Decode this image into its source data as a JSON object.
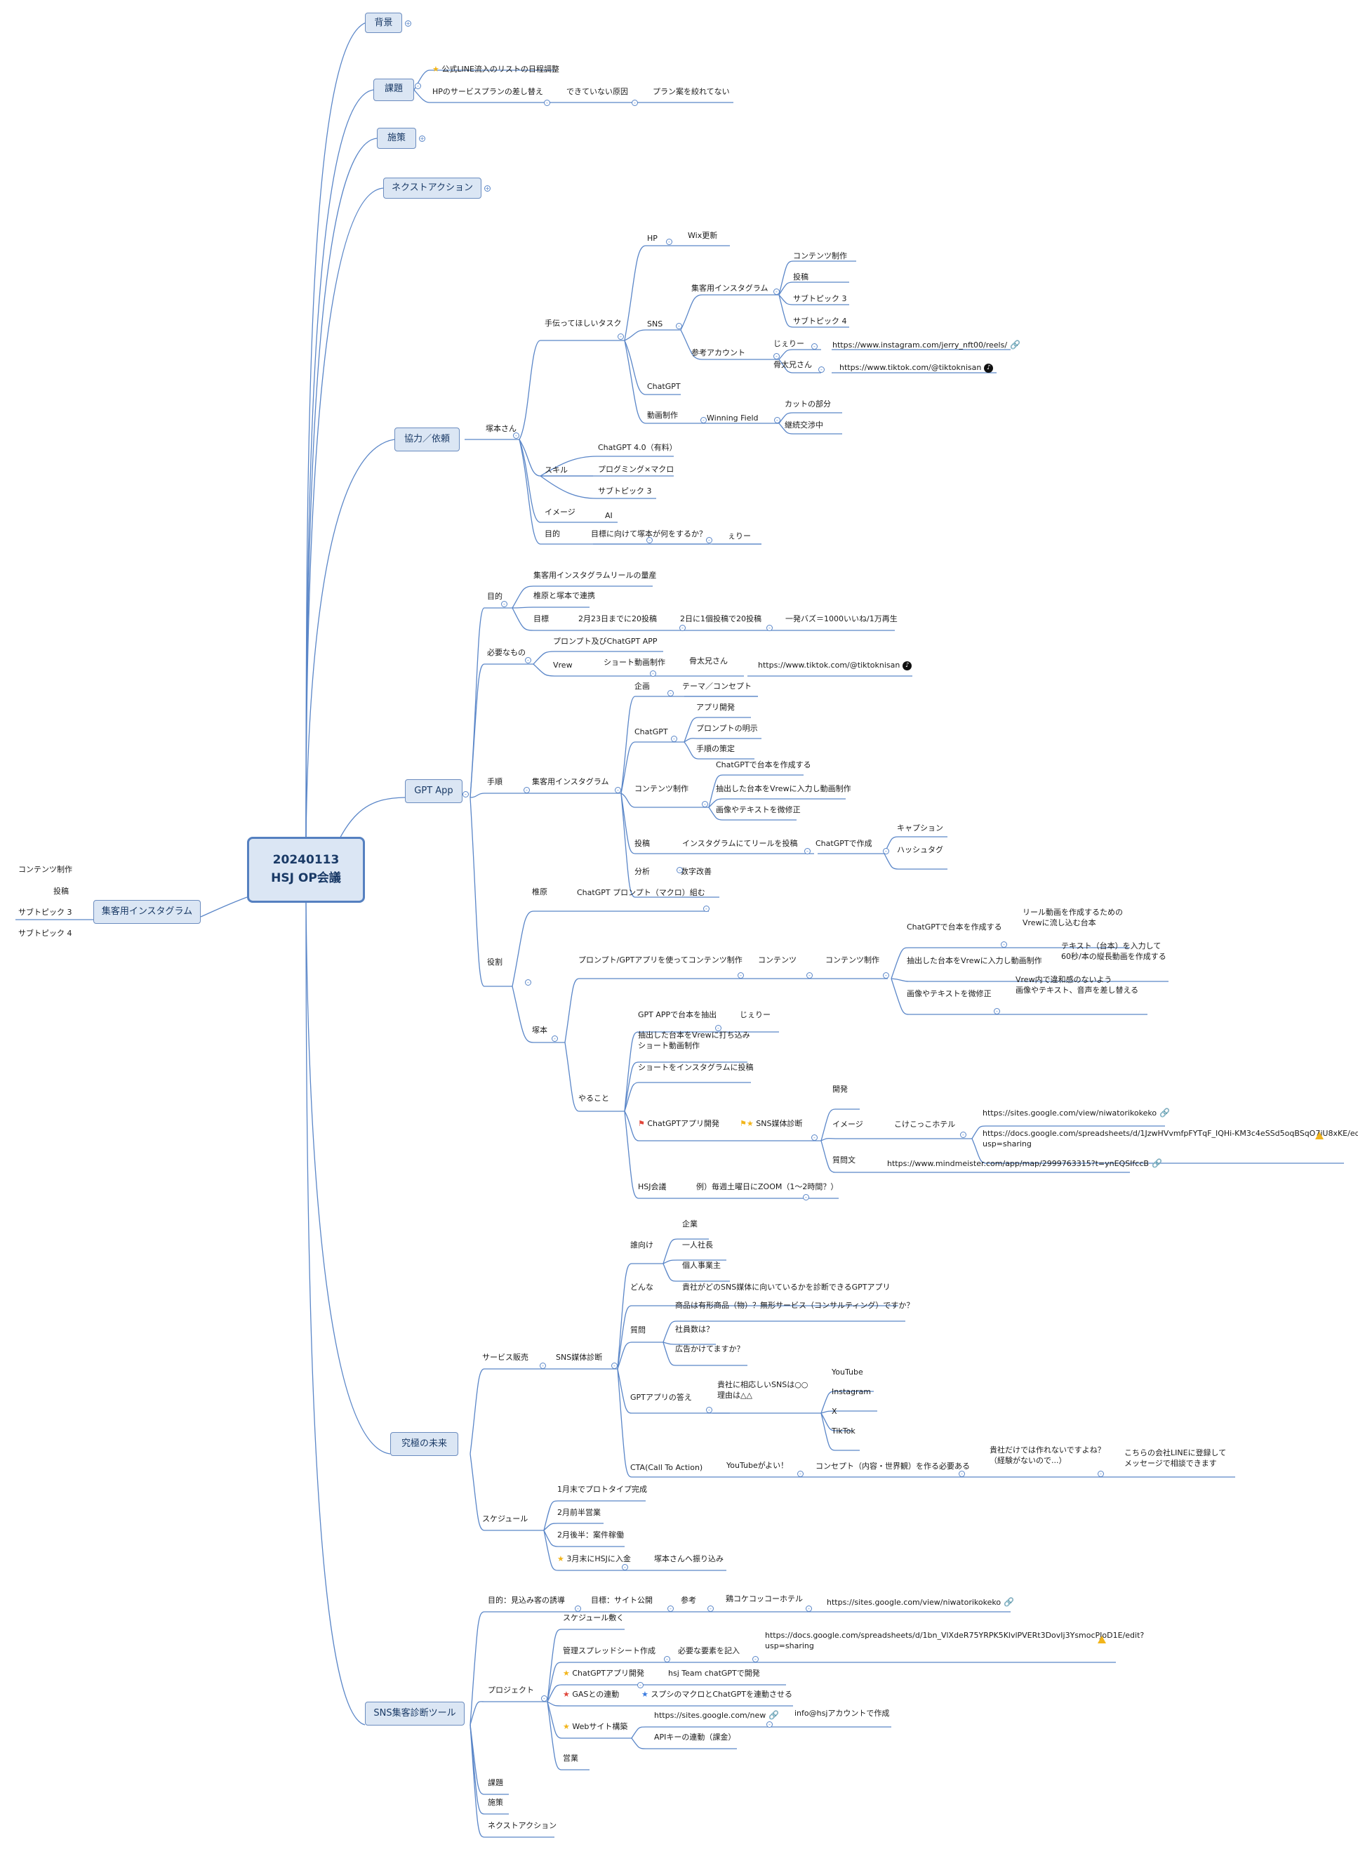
{
  "root": {
    "line1": "20240113",
    "line2": "HSJ OP会議"
  },
  "topics": {
    "haikei": "背景",
    "kadai": "課題",
    "shisaku": "施策",
    "next": "ネクストアクション",
    "kyoryoku": "協力／依頼",
    "gpt": "GPT App",
    "kyukyoku": "究極の未来",
    "sns": "SNS集客診断ツール",
    "insta": "集客用インスタグラム"
  },
  "kadai": {
    "a": "公式LINE流入のリストの日程調整",
    "b": "HPのサービスプランの差し替え",
    "c": "できていない原因",
    "d": "プラン案を絞れてない"
  },
  "kyoryoku": {
    "tsukamoto": "塚本さん",
    "tetsudai": "手伝ってほしいタスク",
    "hp": "HP",
    "wix": "Wix更新",
    "sns": "SNS",
    "shukyaku": "集客用インスタグラム",
    "contents": "コンテンツ制作",
    "toko": "投稿",
    "sub3": "サブトピック 3",
    "sub4": "サブトピック 4",
    "sanko": "参考アカウント",
    "jery": "じぇりー",
    "jery_url": "https://www.instagram.com/jerry_nft00/reels/",
    "kotsu": "骨太兄さん",
    "kotsu_url": "https://www.tiktok.com/@tiktoknisan",
    "chatgpt": "ChatGPT",
    "doga": "動画制作",
    "winning": "Winning Field",
    "cut": "カットの部分",
    "keizoku": "継続交渉中",
    "skill": "スキル",
    "gpt4": "ChatGPT 4.0（有料）",
    "prog": "プログミング×マクロ",
    "ssub3": "サブトピック 3",
    "image": "イメージ",
    "ai": "AI",
    "mokuteki": "目的",
    "mokuhyo": "目標に向けて塚本が何をするか？",
    "eri": "ぇりー"
  },
  "gpt": {
    "mokuteki": "目的",
    "m1": "集客用インスタグラムリールの量産",
    "m2": "椎原と塚本で連携",
    "mokuhyo": "目標",
    "m3": "2月23日までに20投稿",
    "m4": "2日に1個投稿で20投稿",
    "m5": "一発バズ＝1000いいね/1万再生",
    "hitsuyo": "必要なもの",
    "h1": "プロンプト及びChatGPT APP",
    "vrew": "Vrew",
    "short": "ショート動画制作",
    "kotsu": "骨太兄さん",
    "kotsu_url": "https://www.tiktok.com/@tiktoknisan",
    "tejun": "手順",
    "shukyaku": "集客用インスタグラム",
    "kikaku": "企画",
    "theme": "テーマ／コンセプト",
    "chatgpt": "ChatGPT",
    "app": "アプリ開発",
    "prompt": "プロンプトの明示",
    "tejunkotei": "手順の策定",
    "contents": "コンテンツ制作",
    "c1": "ChatGPTで台本を作成する",
    "c2": "抽出した台本をVrewに入力し動画制作",
    "c3": "画像やテキストを微修正",
    "toko": "投稿",
    "t1": "インスタグラムにてリールを投稿",
    "t2": "ChatGPTで作成",
    "caption": "キャプション",
    "hash": "ハッシュタグ",
    "bunseki": "分析",
    "suji": "数字改善",
    "yakuwari": "役割",
    "shiihara": "椎原",
    "s1": "ChatGPT プロンプト（マクロ）組む",
    "tsukamoto": "塚本",
    "p1": "プロンプト/GPTアプリを使ってコンテンツ制作",
    "p2": "コンテンツ",
    "p3": "コンテンツ制作",
    "q1": "ChatGPTで台本を作成する",
    "q1b": "リール動画を作成するための\nVrewに流し込む台本",
    "q2": "抽出した台本をVrewに入力し動画制作",
    "q2b": "テキスト（台本）を入力して\n60秒/本の縦長動画を作成する",
    "q3": "画像やテキストを微修正",
    "q3b": "Vrew内で違和感のないよう\n画像やテキスト、音声を差し替える",
    "yarukoto": "やること",
    "y1": "GPT APPで台本を抽出",
    "y1b": "じぇりー",
    "y2": "抽出した台本をVrewに打ち込み\nショート動画制作",
    "y3": "ショートをインスタグラムに投稿",
    "y4": "ChatGPTアプリ開発",
    "y5": "SNS媒体診断",
    "kaihatsu": "開発",
    "image": "イメージ",
    "kokekko": "こけこっこホテル",
    "url1": "https://sites.google.com/view/niwatorikokeko",
    "url2": "https://docs.google.com/spreadsheets/d/1JzwHVvmfpFYTqF_IQHi-KM3c4eSSd5oqBSqO7iU8xKE/edit?\nusp=sharing",
    "shitsumon": "質問文",
    "url3": "https://www.mindmeister.com/app/map/2999763315?t=ynEQSIfccB",
    "hsj": "HSJ会議",
    "hsjb": "例）毎週土曜日にZOOM（1〜2時間？）"
  },
  "kyukyoku": {
    "service": "サービス販売",
    "shindan": "SNS媒体診断",
    "dare": "誰向け",
    "kigyo": "企業",
    "hitori": "一人社長",
    "kojin": "個人事業主",
    "donna": "どんな",
    "donna_a": "貴社がどのSNS媒体に向いているかを診断できるGPTアプリ",
    "shitsumon": "質問",
    "qa": "商品は有形商品（物）？無形サービス（コンサルティング）ですか？",
    "qb": "社員数は？",
    "qc": "広告かけてますか？",
    "kotae": "GPTアプリの答え",
    "kotae_a": "貴社に相応しいSNSは○○\n理由は△△",
    "yt": "YouTube",
    "ig": "Instagram",
    "x": "X",
    "tt": "TikTok",
    "cta": "CTA(Call To Action)",
    "cta1": "YouTubeがよい！",
    "cta2": "コンセプト（内容・世界観）を作る必要ある",
    "cta3": "貴社だけでは作れないですよね？\n（経験がないので...）",
    "cta4": "こちらの会社LINEに登録して\nメッセージで相談できます",
    "sched": "スケジュール",
    "s1": "1月末でプロトタイプ完成",
    "s2": "2月前半営業",
    "s3": "2月後半：案件稼働",
    "s4": "3月末にHSJに入金",
    "s4b": "塚本さんへ振り込み"
  },
  "sns": {
    "mokuteki": "目的：見込み客の誘導",
    "mokuhyo": "目標：サイト公開",
    "sanko": "参考",
    "niwa": "鶏コケコッコーホテル",
    "niwa_url": "https://sites.google.com/view/niwatorikokeko",
    "project": "プロジェクト",
    "p1": "スケジュール敷く",
    "p2": "管理スプレッドシート作成",
    "p2b": "必要な要素を記入",
    "p2c": "https://docs.google.com/spreadsheets/d/1bn_VlXdeR75YRPK5KlvlPVERt3DovIj3YsmocPJoD1E/edit?\nusp=sharing",
    "p3": "ChatGPTアプリ開発",
    "p3b": "hsj Team chatGPTで開発",
    "p4": "GASとの連動",
    "p4b": "スプシのマクロとChatGPTを連動させる",
    "p5": "Webサイト構築",
    "p5b": "https://sites.google.com/new",
    "p5c": "info@hsjアカウントで作成",
    "p5d": "APIキーの連動（課金）",
    "p6": "営業",
    "kadai": "課題",
    "shisaku": "施策",
    "next": "ネクストアクション"
  },
  "left": {
    "contents": "コンテンツ制作",
    "toko": "投稿",
    "sub3": "サブトピック 3",
    "sub4": "サブトピック 4"
  },
  "icons": {
    "star": "star-icon",
    "flag": "flag-icon",
    "link": "link-icon",
    "tiktok": "tiktok-icon",
    "gdrive": "google-drive-icon"
  }
}
